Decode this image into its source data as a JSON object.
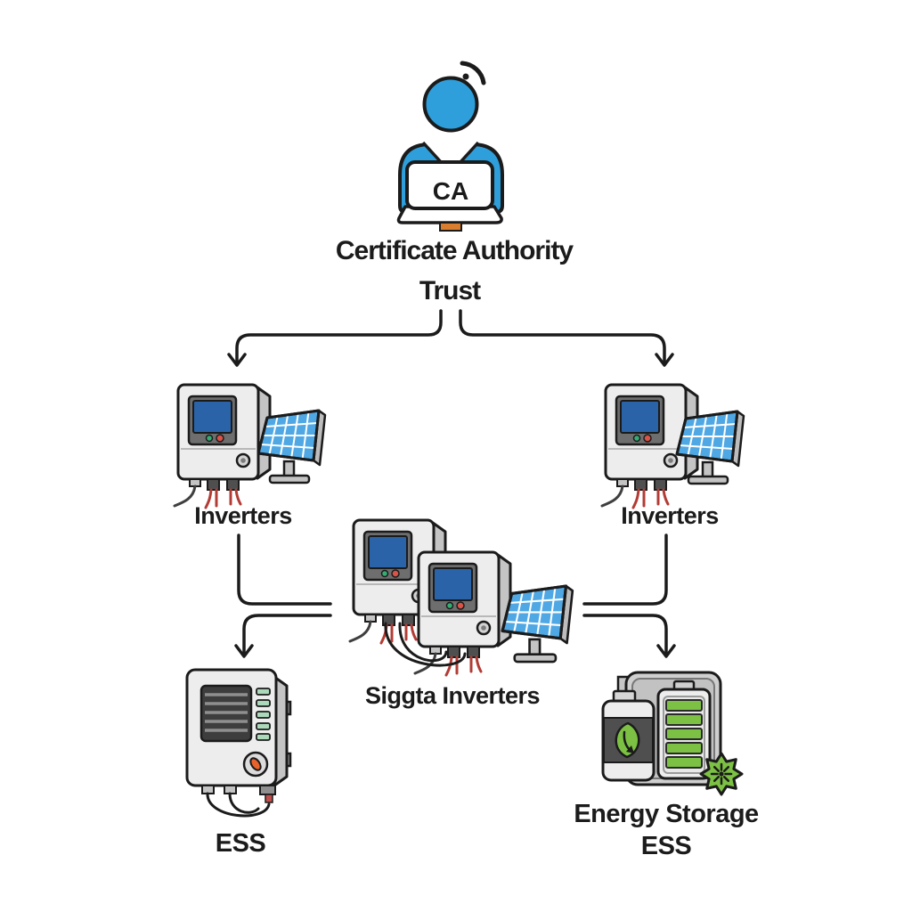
{
  "diagram": {
    "ca": {
      "badge": "CA",
      "title1": "Certificate Authority",
      "title2": "Trust"
    },
    "inverter_left": {
      "label": "Inverters"
    },
    "inverter_right": {
      "label": "Inverters"
    },
    "central": {
      "label": "Siggta Inverters"
    },
    "ess": {
      "label": "ESS"
    },
    "energy": {
      "line1": "Energy Storage",
      "line2": "ESS"
    },
    "colors": {
      "accent_blue": "#2E9FDB",
      "solar_blue": "#4FA8E4",
      "screen_blue": "#2A63A8",
      "device_gray": "#ECECEC",
      "panel_dark_gray": "#6E6E6E",
      "green": "#7CC143",
      "led_mint": "#ABD9BA",
      "led_green": "#35AD72",
      "led_red": "#D95348",
      "wire_red": "#B23C35",
      "dial_orange": "#E8622D",
      "laptop_tag_orange": "#D97E2E",
      "outline": "#1B1B1B"
    }
  }
}
